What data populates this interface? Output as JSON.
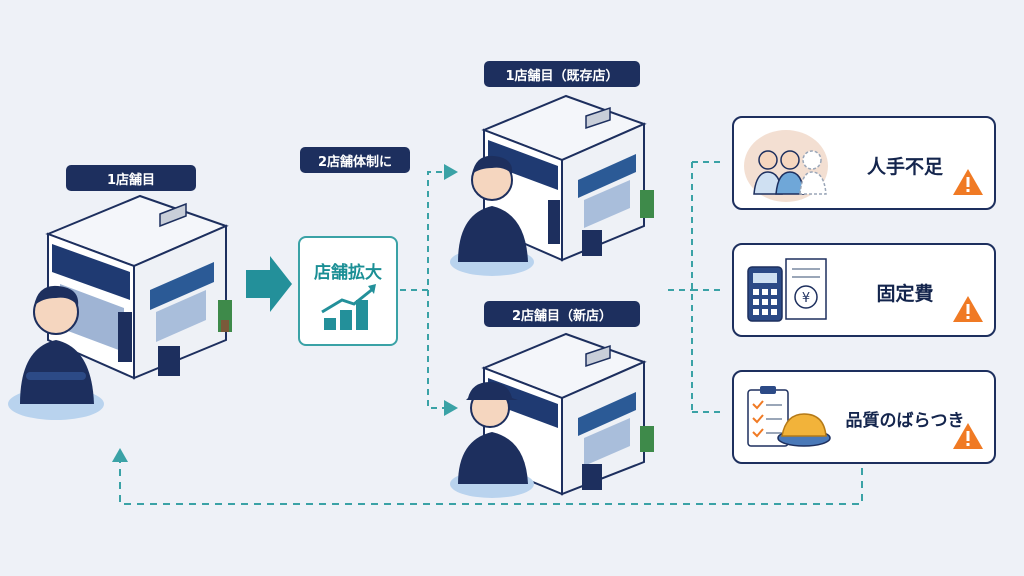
{
  "labels": {
    "store_one": "1店舗目",
    "two_store_system": "2店舗体制に",
    "store_one_existing": "1店舗目（既存店）",
    "store_two_new": "2店舗目（新店）"
  },
  "expansion": {
    "title": "店舗拡大"
  },
  "issues": [
    {
      "label": "人手不足",
      "icon": "staff-shortage-icon"
    },
    {
      "label": "固定費",
      "icon": "calculator-bill-icon"
    },
    {
      "label": "品質のばらつき",
      "icon": "checklist-food-icon"
    }
  ],
  "colors": {
    "navy": "#1d2f5e",
    "teal": "#3aa2a6",
    "warning": "#f07a24",
    "background": "#eef1f7"
  }
}
